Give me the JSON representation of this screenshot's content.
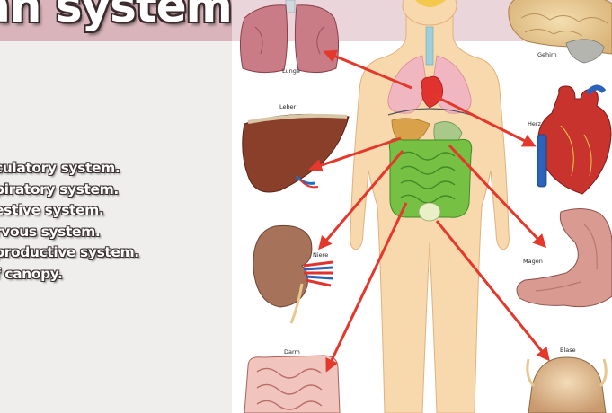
{
  "slide": {
    "title": "an system",
    "bullets": [
      "culatory system.",
      "piratory system.",
      "estive system.",
      "rvous system.",
      "productive system.",
      "f canopy."
    ]
  },
  "diagram": {
    "labels": {
      "lunge": "Lunge",
      "gehirn": "Gehirn",
      "leber": "Leber",
      "herz": "Herz",
      "niere": "Niere",
      "magen": "Magen",
      "darm": "Darm",
      "blase": "Blase"
    },
    "colors": {
      "banner": "#d9b5bb",
      "arrow": "#e4382c",
      "body": "#f8d9ad",
      "lung": "#c97c86",
      "intestine": "#76c043",
      "liver": "#8a3f2a"
    }
  }
}
